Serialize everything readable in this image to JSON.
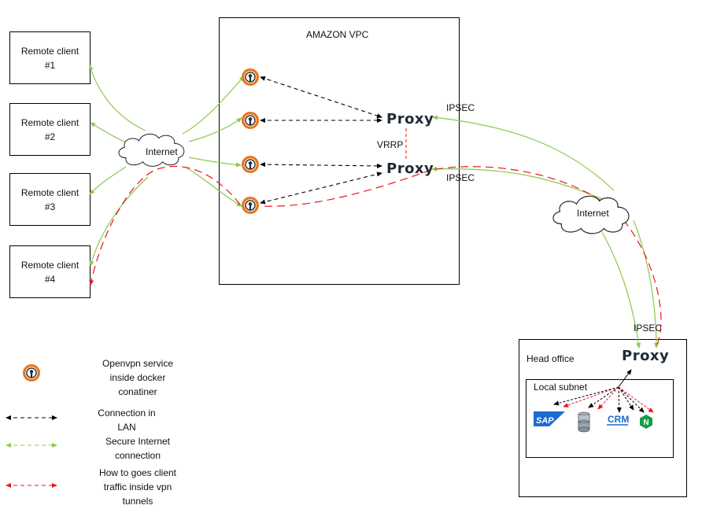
{
  "clients": [
    {
      "label": "Remote client\n#1"
    },
    {
      "label": "Remote client\n#2"
    },
    {
      "label": "Remote client\n#3"
    },
    {
      "label": "Remote client\n#4"
    }
  ],
  "vpc": {
    "title": "AMAZON VPC"
  },
  "proxy_label": "Proxy",
  "vrrp": "VRRP",
  "ipsec": "IPSEC",
  "internet": "Internet",
  "head_office": {
    "title": "Head office",
    "subnet": "Local subnet"
  },
  "apps": {
    "sap": "SAP",
    "crm": "CRM",
    "nginx": "N"
  },
  "legend": [
    {
      "text": "Openvpn service\ninside docker\nconatiner"
    },
    {
      "text": "Connection in\nLAN",
      "color": "#000000"
    },
    {
      "text": "Secure Internet\nconnection",
      "color": "#8cc84b"
    },
    {
      "text": "How to goes client\ntraffic inside vpn\ntunnels",
      "color": "#e8161b"
    }
  ],
  "colors": {
    "lan": "#000000",
    "secure": "#8cc84b",
    "traffic": "#e8161b",
    "openvpn": "#e8761b",
    "sap": "#1b6bd0",
    "nginx": "#179a45"
  }
}
